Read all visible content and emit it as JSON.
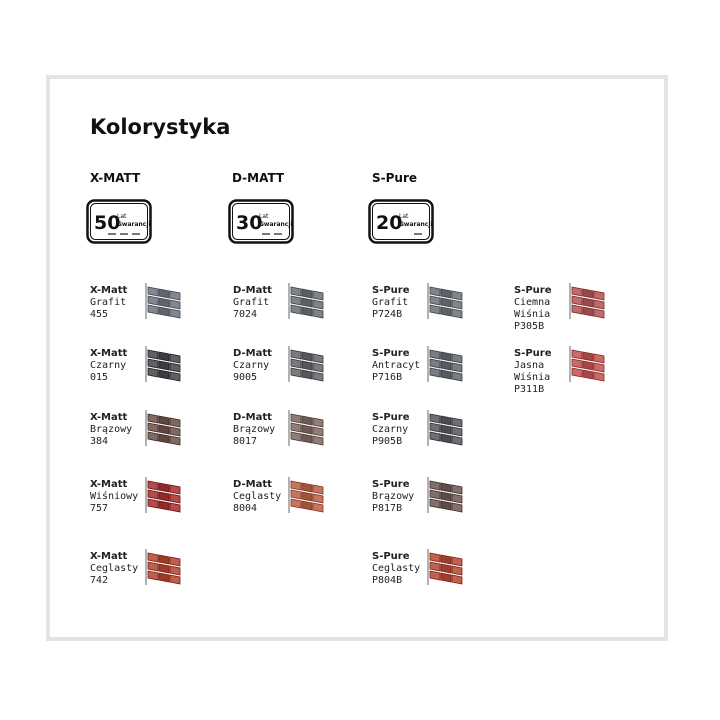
{
  "title": "Kolorystyka",
  "columns": [
    {
      "name": "X-MATT",
      "badge": {
        "years": "50",
        "line1": "Lat",
        "line2": "Gwarancji"
      }
    },
    {
      "name": "D-MATT",
      "badge": {
        "years": "30",
        "line1": "Lat",
        "line2": "Gwarancji"
      }
    },
    {
      "name": "S-Pure",
      "badge": {
        "years": "20",
        "line1": "Lat",
        "line2": "Gwarancji"
      }
    }
  ],
  "swatches": [
    {
      "l1": "X-Matt",
      "l2": "Grafit",
      "l3": "455",
      "color": "#5f656c"
    },
    {
      "l1": "X-Matt",
      "l2": "Czarny",
      "l3": "015",
      "color": "#3c3d40"
    },
    {
      "l1": "X-Matt",
      "l2": "Brązowy",
      "l3": "384",
      "color": "#5e4640"
    },
    {
      "l1": "X-Matt",
      "l2": "Wiśniowy",
      "l3": "757",
      "color": "#8e2a2a"
    },
    {
      "l1": "X-Matt",
      "l2": "Ceglasty",
      "l3": "742",
      "color": "#9a3b2c"
    },
    {
      "l1": "D-Matt",
      "l2": "Grafit",
      "l3": "7024",
      "color": "#5b6066"
    },
    {
      "l1": "D-Matt",
      "l2": "Czarny",
      "l3": "9005",
      "color": "#55575a"
    },
    {
      "l1": "D-Matt",
      "l2": "Brązowy",
      "l3": "8017",
      "color": "#6e5a54"
    },
    {
      "l1": "D-Matt",
      "l2": "Ceglasty",
      "l3": "8004",
      "color": "#a1533c"
    },
    {
      "l1": "S-Pure",
      "l2": "Grafit",
      "l3": "P724B",
      "color": "#5d6268"
    },
    {
      "l1": "S-Pure",
      "l2": "Antracyt",
      "l3": "P716B",
      "color": "#565a60"
    },
    {
      "l1": "S-Pure",
      "l2": "Czarny",
      "l3": "P905B",
      "color": "#4a4c50"
    },
    {
      "l1": "S-Pure",
      "l2": "Brązowy",
      "l3": "P817B",
      "color": "#5f4c48"
    },
    {
      "l1": "S-Pure",
      "l2": "Ceglasty",
      "l3": "P804B",
      "color": "#9c3f2e"
    },
    {
      "l1": "S-Pure",
      "l2": "Ciemna",
      "l3": "Wiśnia",
      "l4": "P305B",
      "color": "#9a4848"
    },
    {
      "l1": "S-Pure",
      "l2": "Jasna",
      "l3": "Wiśnia",
      "l4": "P311B",
      "color": "#a84646"
    }
  ]
}
